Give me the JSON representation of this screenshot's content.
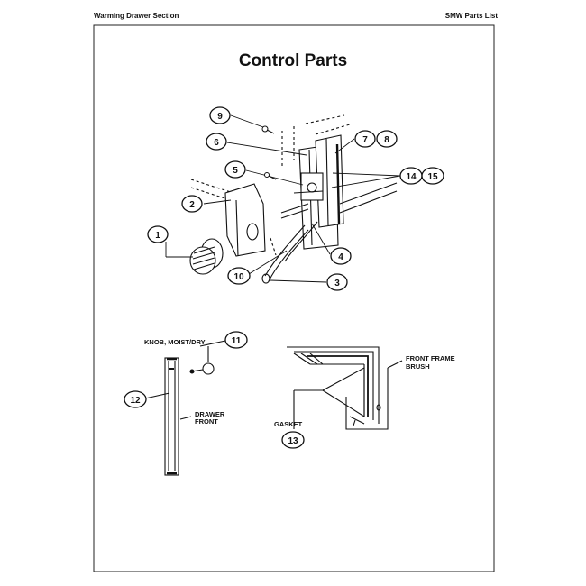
{
  "header": {
    "left": "Warming Drawer Section",
    "right": "SMW Parts List"
  },
  "title": "Control Parts",
  "callouts": [
    "1",
    "2",
    "3",
    "4",
    "5",
    "6",
    "7",
    "8",
    "9",
    "10",
    "11",
    "12",
    "13",
    "14",
    "15"
  ],
  "labels": {
    "knob": "KNOB, MOIST/DRY",
    "drawer_front_1": "DRAWER",
    "drawer_front_2": "FRONT",
    "front_frame_1": "FRONT FRAME",
    "front_frame_2": "BRUSH",
    "gasket": "GASKET"
  }
}
